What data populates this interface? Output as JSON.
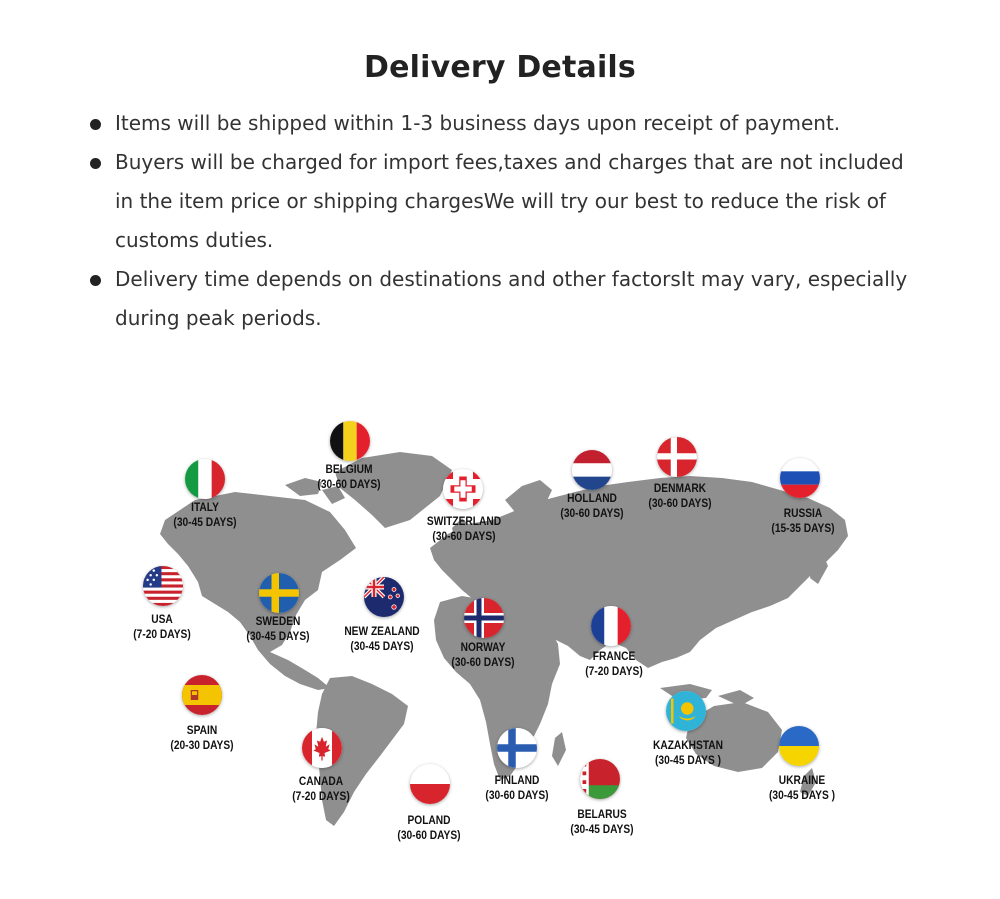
{
  "title": "Delivery Details",
  "bullets": [
    "Items will be shipped within 1-3 business days upon receipt of payment.",
    "Buyers will be charged for import fees,taxes and charges that are not included in the item price or shipping chargesWe will try our best to reduce the risk of customs duties.",
    "Delivery time depends on destinations and other factorsIt may vary, especially during peak periods."
  ],
  "map_color": "#8f8f8f",
  "destinations": [
    {
      "country": "BELGIUM",
      "days": "(30-60 DAYS)",
      "flag": "belgium-flag-icon"
    },
    {
      "country": "ITALY",
      "days": "(30-45 DAYS)",
      "flag": "italy-flag-icon"
    },
    {
      "country": "SWITZERLAND",
      "days": "(30-60 DAYS)",
      "flag": "switzerland-flag-icon"
    },
    {
      "country": "HOLLAND",
      "days": "(30-60 DAYS)",
      "flag": "netherlands-flag-icon"
    },
    {
      "country": "DENMARK",
      "days": "(30-60 DAYS)",
      "flag": "denmark-flag-icon"
    },
    {
      "country": "RUSSIA",
      "days": "(15-35 DAYS)",
      "flag": "russia-flag-icon"
    },
    {
      "country": "USA",
      "days": "(7-20 DAYS)",
      "flag": "usa-flag-icon"
    },
    {
      "country": "SWEDEN",
      "days": "(30-45 DAYS)",
      "flag": "sweden-flag-icon"
    },
    {
      "country": "NEW ZEALAND",
      "days": "(30-45 DAYS)",
      "flag": "new-zealand-flag-icon"
    },
    {
      "country": "NORWAY",
      "days": "(30-60 DAYS)",
      "flag": "norway-flag-icon"
    },
    {
      "country": "FRANCE",
      "days": "(7-20 DAYS)",
      "flag": "france-flag-icon"
    },
    {
      "country": "SPAIN",
      "days": "(20-30 DAYS)",
      "flag": "spain-flag-icon"
    },
    {
      "country": "KAZAKHSTAN",
      "days": "(30-45 DAYS )",
      "flag": "kazakhstan-flag-icon"
    },
    {
      "country": "CANADA",
      "days": "(7-20 DAYS)",
      "flag": "canada-flag-icon"
    },
    {
      "country": "FINLAND",
      "days": "(30-60 DAYS)",
      "flag": "finland-flag-icon"
    },
    {
      "country": "UKRAINE",
      "days": "(30-45 DAYS )",
      "flag": "ukraine-flag-icon"
    },
    {
      "country": "POLAND",
      "days": "(30-60 DAYS)",
      "flag": "poland-flag-icon"
    },
    {
      "country": "BELARUS",
      "days": "(30-45 DAYS)",
      "flag": "belarus-flag-icon"
    }
  ]
}
